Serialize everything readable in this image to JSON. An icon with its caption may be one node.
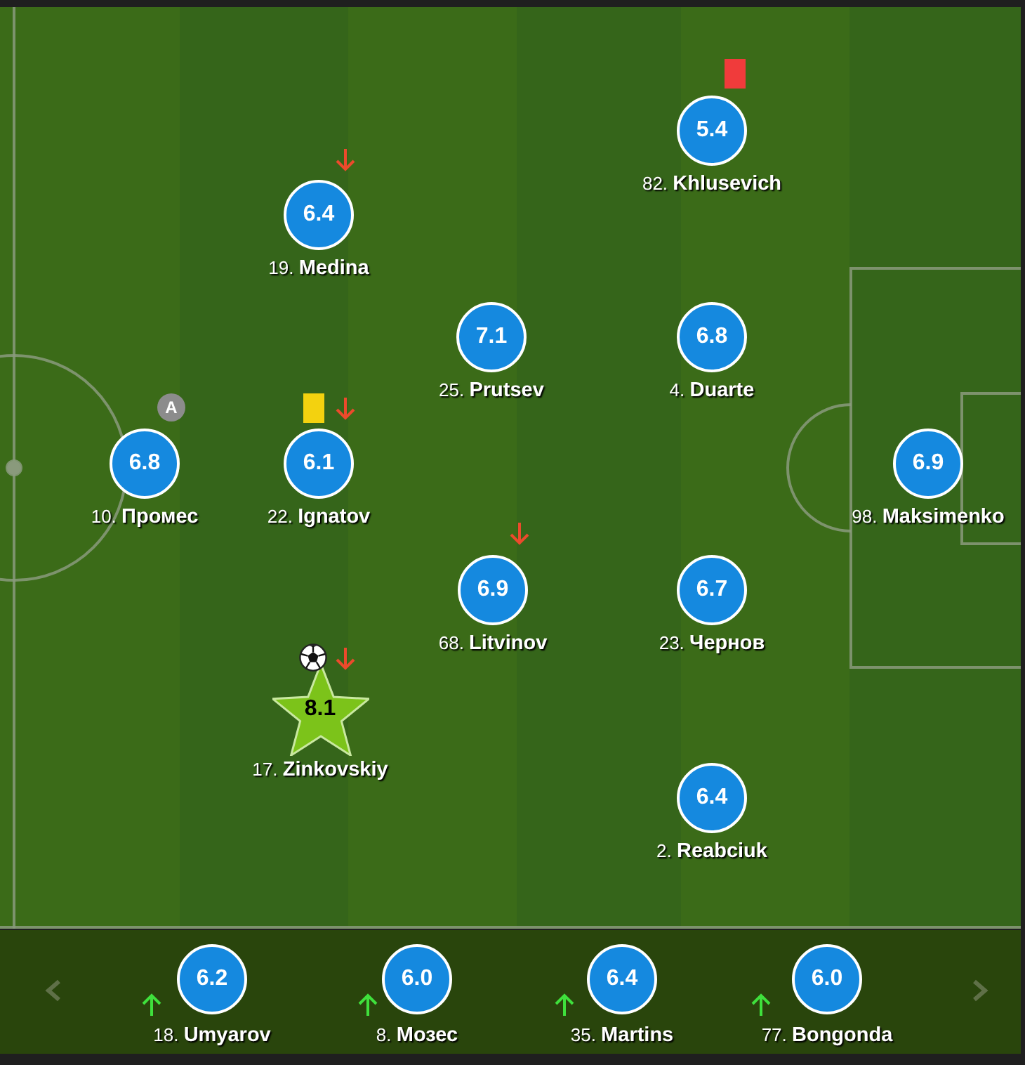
{
  "diagram": {
    "nodes": [
      {
        "text": [
          "5.4"
        ],
        "beside": [
          "82. **Khlusevich**"
        ]
      },
      {
        "text": [
          "6.4"
        ],
        "beside": [
          "19. **Medina**"
        ]
      },
      {
        "text": [
          "7.1"
        ],
        "beside": [
          "25. **Prutsev**"
        ]
      },
      {
        "text": [
          "6.8"
        ],
        "beside": [
          "4. **Duarte**"
        ]
      },
      {
        "text": [
          "A"
        ]
      },
      {
        "text": [
          "6.8"
        ],
        "beside": [
          "10. **Промес**"
        ]
      },
      {
        "text": [
          "6.1"
        ],
        "beside": [
          "22. **Ignatov**"
        ]
      },
      {
        "text": [
          "6.9"
        ],
        "beside": [
          "98. **Maksimenko**"
        ]
      },
      {
        "text": [
          "6.9"
        ],
        "beside": [
          "68. **Litvinov**"
        ]
      },
      {
        "text": [
          "6.7"
        ],
        "beside": [
          "23. **Чернов**"
        ]
      },
      {
        "text": [
          "8.1"
        ],
        "beside": [
          "17. **Zinkovskiy**"
        ]
      },
      {
        "text": [
          "6.4"
        ],
        "beside": [
          "2. **Reabciuk**"
        ]
      },
      {
        "text": [
          "6.2"
        ],
        "beside": [
          "18. **Umyarov**"
        ]
      },
      {
        "text": [
          "6.0"
        ],
        "beside": [
          "8. **Мозес**"
        ]
      },
      {
        "text": [
          "6.4"
        ],
        "beside": [
          "35. **Martins**"
        ]
      },
      {
        "text": [
          "6.0"
        ],
        "beside": [
          "77. **Bongonda**"
        ]
      }
    ]
  }
}
